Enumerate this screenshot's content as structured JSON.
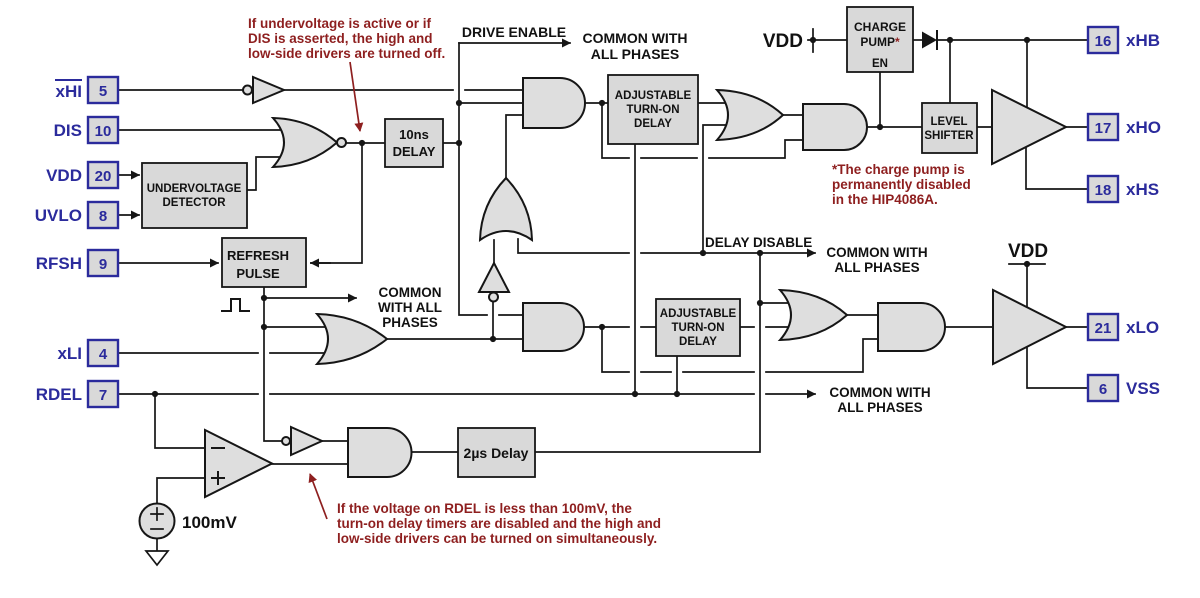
{
  "pins_left": [
    {
      "label": "xHI",
      "number": "5"
    },
    {
      "label": "DIS",
      "number": "10"
    },
    {
      "label": "VDD",
      "number": "20"
    },
    {
      "label": "UVLO",
      "number": "8"
    },
    {
      "label": "RFSH",
      "number": "9"
    },
    {
      "label": "xLI",
      "number": "4"
    },
    {
      "label": "RDEL",
      "number": "7"
    }
  ],
  "pins_right": [
    {
      "label": "xHB",
      "number": "16"
    },
    {
      "label": "xHO",
      "number": "17"
    },
    {
      "label": "xHS",
      "number": "18"
    },
    {
      "label": "xLO",
      "number": "21"
    },
    {
      "label": "VSS",
      "number": "6"
    }
  ],
  "blocks": {
    "undervoltage_detector": {
      "l1": "UNDERVOLTAGE",
      "l2": "DETECTOR"
    },
    "refresh_pulse": {
      "l1": "REFRESH",
      "l2": "PULSE"
    },
    "delay_10ns": {
      "l1": "10ns",
      "l2": "DELAY"
    },
    "adj_delay_high": {
      "l1": "ADJUSTABLE",
      "l2": "TURN-ON",
      "l3": "DELAY"
    },
    "adj_delay_low": {
      "l1": "ADJUSTABLE",
      "l2": "TURN-ON",
      "l3": "DELAY"
    },
    "charge_pump": {
      "l1": "CHARGE",
      "l2": "PUMP",
      "star": "*",
      "en": "EN"
    },
    "level_shifter": {
      "l1": "LEVEL",
      "l2": "SHIFTER"
    },
    "delay_2us": {
      "label": "2µs Delay"
    }
  },
  "labels": {
    "drive_enable": "DRIVE ENABLE",
    "delay_disable": "DELAY DISABLE",
    "common_top": {
      "l1": "COMMON WITH",
      "l2": "ALL PHASES"
    },
    "common_refresh": {
      "l1": "COMMON",
      "l2": "WITH ALL",
      "l3": "PHASES"
    },
    "common_delay_disable": {
      "l1": "COMMON WITH",
      "l2": "ALL PHASES"
    },
    "common_rdel": {
      "l1": "COMMON WITH",
      "l2": "ALL PHASES"
    },
    "vdd_top": "VDD",
    "vdd_low_driver": "VDD",
    "comparator_ref": "100mV"
  },
  "notes": {
    "undervoltage": {
      "l1": "If undervoltage is active or if",
      "l2": "DIS is asserted, the high and",
      "l3": "low-side drivers are turned off."
    },
    "charge_pump": {
      "l1": "*The charge pump is",
      "l2": "permanently disabled",
      "l3": "in the HIP4086A."
    },
    "rdel": {
      "l1": "If the voltage on RDEL is less than 100mV, the",
      "l2": "turn-on delay timers are disabled and the high and",
      "l3": "low-side drivers can be turned on simultaneously."
    }
  },
  "colors": {
    "navy": "#2b2b9c",
    "dark_red": "#8e1f1f",
    "block_fill": "#d9d9d9"
  }
}
